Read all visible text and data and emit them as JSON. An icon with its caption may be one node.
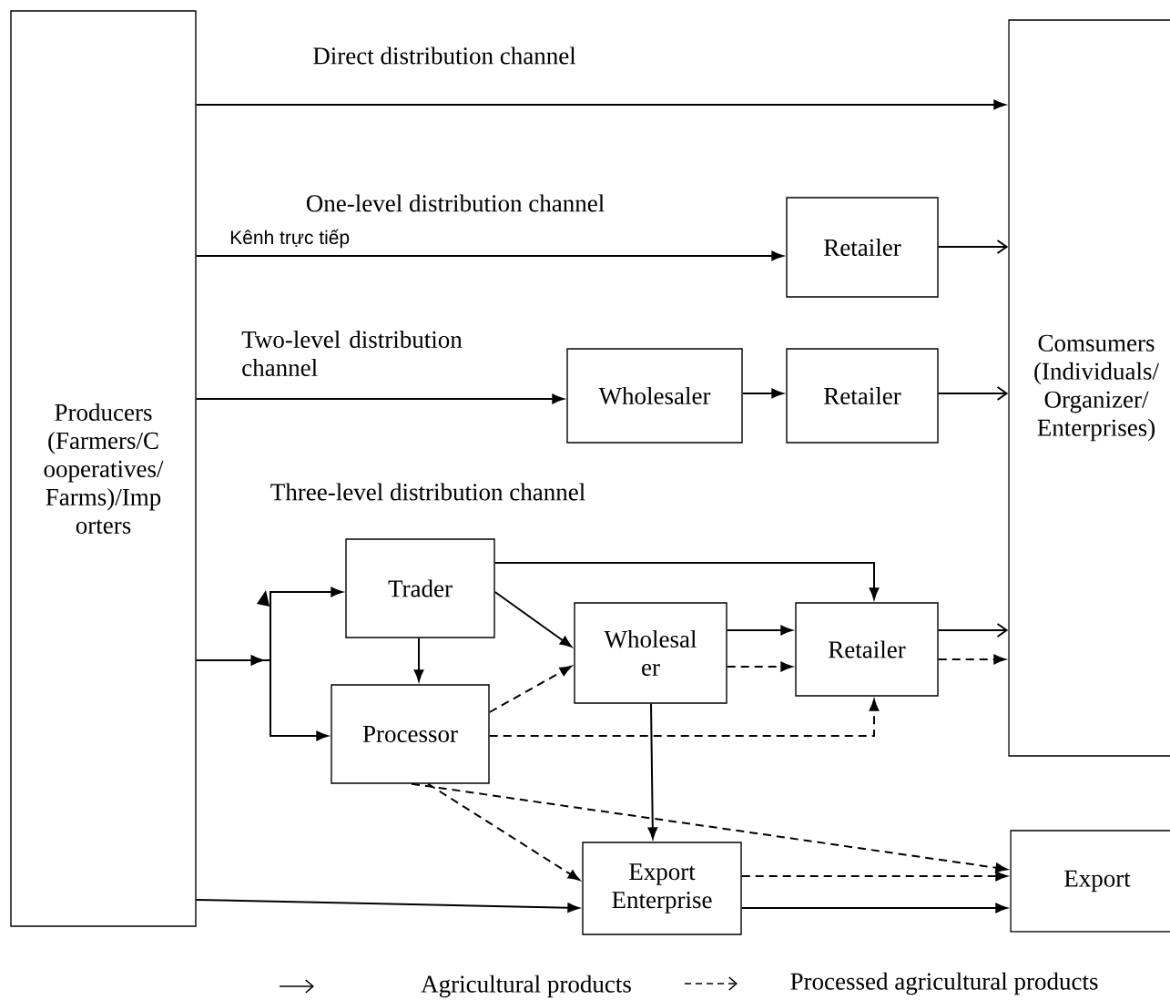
{
  "diagram": {
    "nodes": [
      {
        "text": [
          "Producers (Farmers/C ooperatives/ Farms)/Imp orters"
        ]
      },
      {
        "text": [
          "Comsumers (Individuals/ Organizer/ Enterprises)"
        ]
      },
      {
        "text": [
          "Retailer"
        ]
      },
      {
        "text": [
          "Wholesaler"
        ]
      },
      {
        "text": [
          "Retailer"
        ]
      },
      {
        "text": [
          "Trader"
        ]
      },
      {
        "text": [
          "Processor"
        ]
      },
      {
        "text": [
          "Wholesal er"
        ]
      },
      {
        "text": [
          "Retailer"
        ]
      },
      {
        "text": [
          "Export Enterprise"
        ]
      },
      {
        "text": [
          "Export"
        ]
      }
    ],
    "edges": [
      {
        "from": 0,
        "to": 1,
        "arrow": "to"
      },
      {
        "from": 0,
        "to": 2,
        "arrow": "to"
      },
      {
        "from": 2,
        "to": 1,
        "arrow": "to"
      },
      {
        "from": 0,
        "to": 3,
        "arrow": "to"
      },
      {
        "from": 3,
        "to": 4,
        "arrow": "to"
      },
      {
        "from": 4,
        "to": 1,
        "arrow": "to"
      },
      {
        "from": 0,
        "to": 5,
        "arrow": "to"
      },
      {
        "from": 0,
        "to": 6,
        "arrow": "to"
      },
      {
        "from": 5,
        "to": 8,
        "arrow": "to"
      },
      {
        "from": 5,
        "to": 7,
        "arrow": "to"
      },
      {
        "from": 5,
        "to": 6,
        "arrow": "to"
      },
      {
        "from": 6,
        "to": 7,
        "arrow": "to",
        "style": "dashed"
      },
      {
        "from": 6,
        "to": 8,
        "arrow": "to",
        "style": "dashed"
      },
      {
        "from": 7,
        "to": 8,
        "arrow": "to"
      },
      {
        "from": 7,
        "to": 8,
        "arrow": "to",
        "style": "dashed"
      },
      {
        "from": 8,
        "to": 1,
        "arrow": "to"
      },
      {
        "from": 8,
        "to": 1,
        "arrow": "to",
        "style": "dashed"
      },
      {
        "from": 7,
        "to": 9,
        "arrow": "to"
      },
      {
        "from": 6,
        "to": 9,
        "arrow": "to",
        "style": "dashed"
      },
      {
        "from": 6,
        "to": 10,
        "arrow": "to",
        "style": "dashed"
      },
      {
        "from": 9,
        "to": 10,
        "arrow": "to",
        "style": "dashed"
      },
      {
        "from": 9,
        "to": 10,
        "arrow": "to"
      },
      {
        "from": 0,
        "to": 9,
        "arrow": "to"
      }
    ],
    "labels": [
      "Direct distribution channel",
      "One-level distribution channel",
      "Kênh trực tiếp",
      "Two-level distribution channel",
      "Three-level distribution channel"
    ],
    "legend": [
      {
        "text": "Agricultural products"
      },
      {
        "text": "Processed agricultural products"
      }
    ]
  }
}
